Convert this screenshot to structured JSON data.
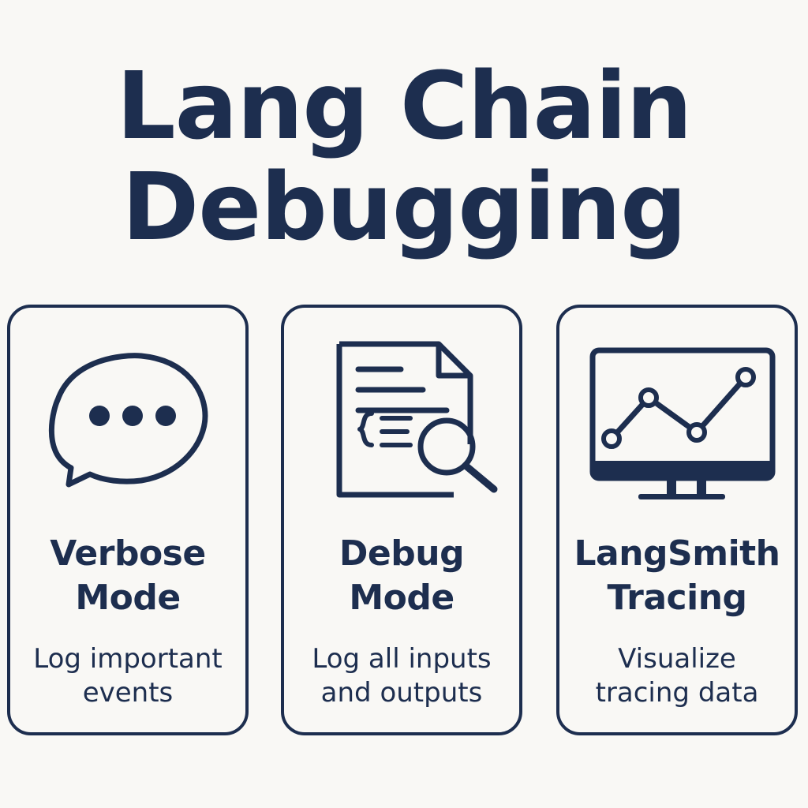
{
  "colors": {
    "background": "#f9f8f5",
    "ink": "#1d2e4f"
  },
  "title": {
    "line1": "Lang Chain",
    "line2": "Debugging"
  },
  "cards": [
    {
      "icon": "speech-bubble-icon",
      "title_line1": "Verbose",
      "title_line2": "Mode",
      "desc_line1": "Log important",
      "desc_line2": "events"
    },
    {
      "icon": "document-search-icon",
      "title_line1": "Debug",
      "title_line2": "Mode",
      "desc_line1": "Log all inputs",
      "desc_line2": "and outputs"
    },
    {
      "icon": "monitor-chart-icon",
      "title_line1": "LangSmith",
      "title_line2": "Tracing",
      "desc_line1": "Visualize",
      "desc_line2": "tracing data"
    }
  ]
}
